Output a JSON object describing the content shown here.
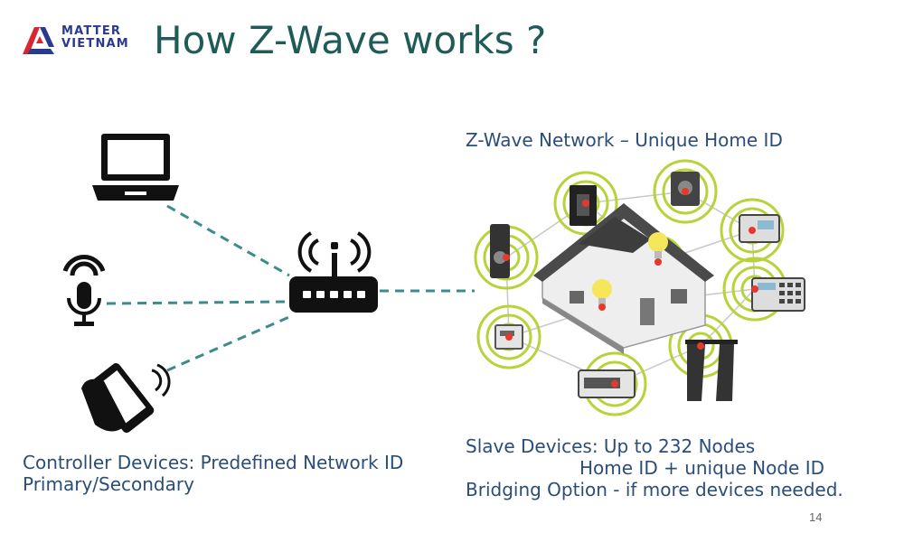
{
  "logo": {
    "line1": "MATTER",
    "line2": "VIETNAM",
    "color": "#2a3a8c"
  },
  "title": "How Z-Wave works ?",
  "network": {
    "title": "Z-Wave Network –  Unique Home ID"
  },
  "controller": {
    "line1": "Controller Devices: Predefined Network ID",
    "line2": "Primary/Secondary"
  },
  "slave": {
    "line1": "Slave Devices: Up to 232 Nodes",
    "line2": "Home ID + unique Node ID",
    "line3": "Bridging Option - if more devices needed."
  },
  "page_number": "14",
  "colors": {
    "title": "#1f5c57",
    "body_text": "#2b4d7a",
    "dashed_link": "#3d8c8a",
    "signal_ring": "#b7d33a"
  },
  "icons": [
    "laptop-icon",
    "microphone-icon",
    "smartphone-icon",
    "router-icon",
    "house-icon"
  ]
}
